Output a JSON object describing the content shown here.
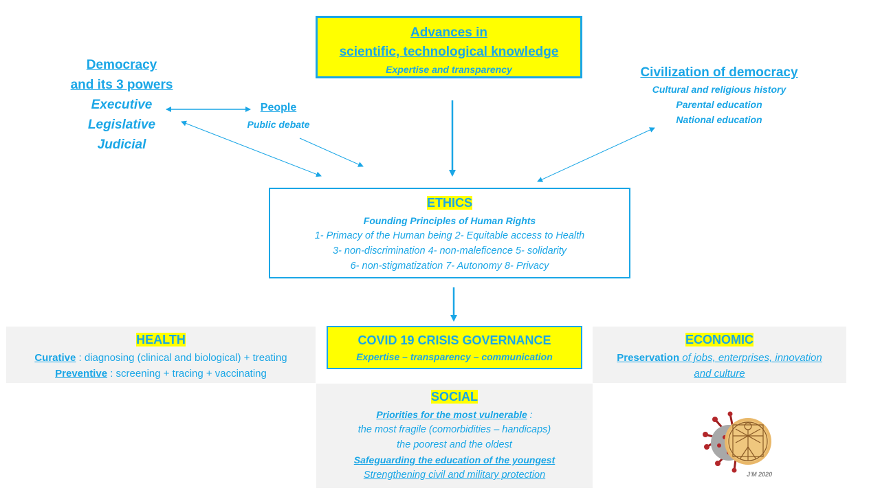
{
  "colors": {
    "text": "#1aa6e6",
    "highlight": "#ffff00",
    "panel": "#f2f2f2",
    "border": "#1aa6e6"
  },
  "advances": {
    "line1": "Advances in",
    "line2": "scientific, technological knowledge",
    "sub": "Expertise and transparency"
  },
  "democracy": {
    "line1": "Democracy",
    "line2": "and its 3 powers",
    "powers": [
      "Executive",
      "Legislative",
      "Judicial"
    ]
  },
  "people": {
    "title": "People",
    "sub": "Public debate"
  },
  "civilization": {
    "title": "Civilization of democracy",
    "items": [
      "Cultural and religious  history",
      "Parental education",
      "National education"
    ]
  },
  "ethics": {
    "title": "ETHICS",
    "subtitle": "Founding Principles of Human Rights",
    "lines": [
      "1- Primacy of the Human being  2- Equitable access to Health",
      "3- non-discrimination  4- non-maleficence  5- solidarity",
      "6- non-stigmatization  7- Autonomy  8- Privacy"
    ]
  },
  "health": {
    "title": "HEALTH",
    "curative_label": "Curative",
    "curative_text": " : diagnosing (clinical and biological) + treating",
    "preventive_label": "Preventive",
    "preventive_text": " :  screening + tracing + vaccinating"
  },
  "governance": {
    "title": "COVID 19 CRISIS GOVERNANCE",
    "sub": "Expertise – transparency – communication"
  },
  "economic": {
    "title": "ECONOMIC",
    "label": "Preservation",
    "text1": " of jobs, enterprises, innovation",
    "text2": "and culture"
  },
  "social": {
    "title": "SOCIAL",
    "priorities_label": "Priorities for the most vulnerable",
    "priorities_suffix": " :",
    "line2": "the most fragile (comorbidities – handicaps)",
    "line3": "the poorest and the oldest",
    "line4": "Safeguarding the education of the youngest",
    "line5": "Strengthening civil and military protection"
  },
  "signature": "J'M 2020"
}
